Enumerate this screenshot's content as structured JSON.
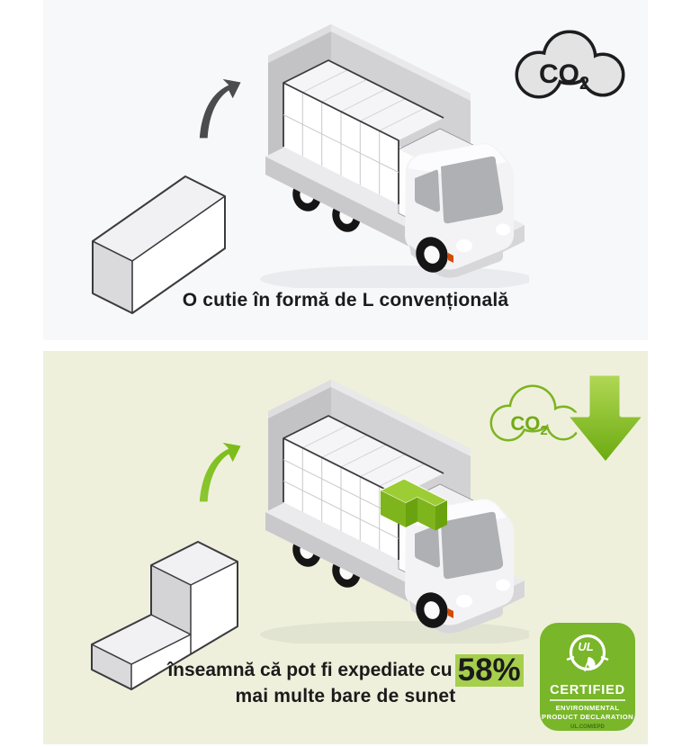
{
  "colors": {
    "page-bg": "#ffffff",
    "panel-top-bg": "#f7f8fa",
    "panel-eco-bg": "#eef0dc",
    "text": "#1b1b1b",
    "highlight": "#a6cf4d",
    "eco-green": "#7db420",
    "dark": "#1d1d1f",
    "badge-green": "#79b62a"
  },
  "top_panel": {
    "caption": "O cutie în formă de L convențională",
    "co2": {
      "main": "CO",
      "sub": "2"
    }
  },
  "bottom_panel": {
    "caption_prefix": "înseamnă că pot fi expediate cu",
    "caption_highlight": "58%",
    "caption_line2": "mai multe bare de sunet",
    "co2": {
      "main": "CO",
      "sub": "2"
    },
    "badge": {
      "logo": "UL",
      "title": "CERTIFIED",
      "subtitle1": "ENVIRONMENTAL",
      "subtitle2": "PRODUCT DECLARATION",
      "url": "UL.COM/EPD"
    }
  }
}
